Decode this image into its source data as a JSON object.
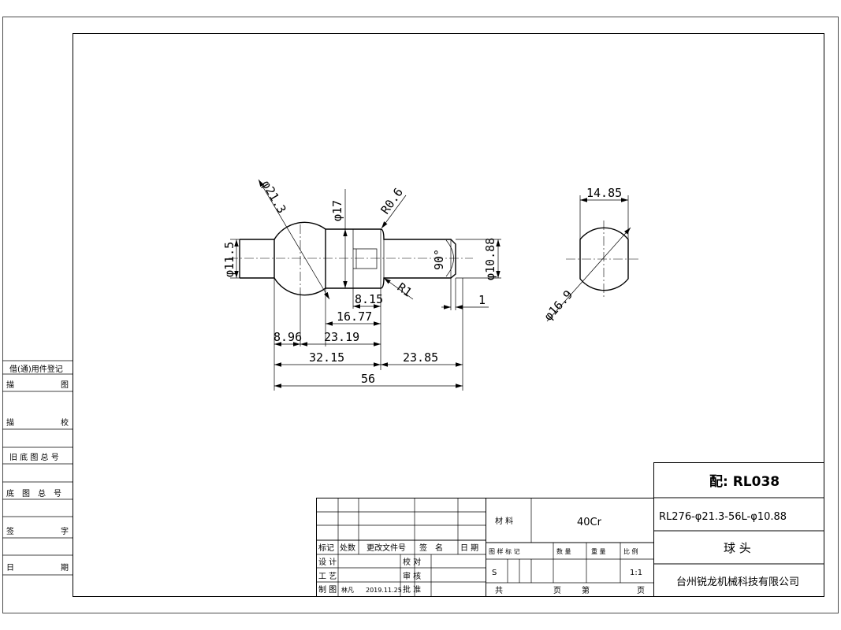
{
  "drawing": {
    "dimensions": {
      "d_sphere": "φ21.3",
      "d_neck": "φ17",
      "r_fillet": "R0.6",
      "d_shank_left": "φ11.5",
      "d_shank_right": "φ10.88",
      "angle": "90°",
      "r_inner": "R1",
      "len_8_15": "8.15",
      "len_16_77": "16.77",
      "len_23_19": "23.19",
      "len_8_96": "8.96",
      "len_32_15": "32.15",
      "len_23_85": "23.85",
      "len_56": "56",
      "chamfer_1": "1",
      "width_14_85": "14.85",
      "d_side": "φ16.9"
    }
  },
  "side_panel": {
    "row1": "借(通)用件登记",
    "row1b_a": "描",
    "row1b_b": "图",
    "row2_a": "描",
    "row2_b": "校",
    "row3": "旧 底 图 总 号",
    "row4": "底　图　总　号",
    "row5_a": "签",
    "row5_b": "字",
    "row6_a": "日",
    "row6_b": "期"
  },
  "title_block": {
    "part_ref": "配: RL038",
    "material_label": "材 料",
    "material_value": "40Cr",
    "part_spec": "RL276-φ21.3-56L-φ10.88",
    "part_name": "球 头",
    "company": "台州锐龙机械科技有限公司",
    "rev_mark": "标记",
    "rev_count": "处数",
    "rev_doc": "更改文件号",
    "rev_sign": "签　名",
    "rev_date": "日 期",
    "design": "设 计",
    "process": "工 艺",
    "draw": "制 图",
    "draw_name": "林凡",
    "draw_date": "2019.11.25",
    "check": "校 对",
    "review": "审 核",
    "approve": "批 准",
    "stage_label": "图 样 标 记",
    "qty_label": "数 量",
    "weight_label": "重 量",
    "scale_label": "比 例",
    "stage_value": "S",
    "scale_value": "1:1",
    "total_label": "共",
    "page_label": "页",
    "sheet_label": "第",
    "page_label2": "页"
  }
}
